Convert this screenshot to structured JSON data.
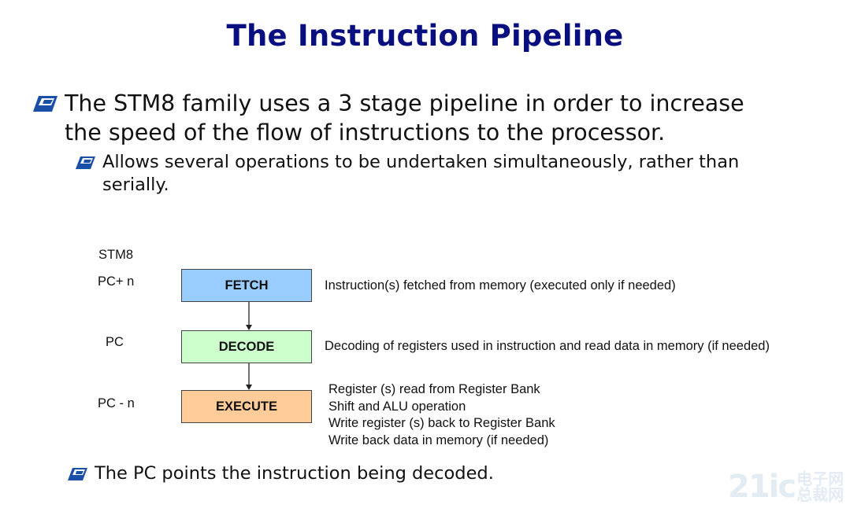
{
  "title": "The Instruction Pipeline",
  "bullets": {
    "main": {
      "line1": "The STM8 family uses a 3 stage pipeline in order to increase",
      "line2": "the speed of the flow of instructions to the processor."
    },
    "sub": {
      "line1": "Allows several operations to be undertaken simultaneously, rather than",
      "line2": "serially."
    },
    "footer": "The PC points the instruction being decoded."
  },
  "diagram": {
    "header": "STM8",
    "stages": [
      {
        "pc_label": "PC+ n",
        "name": "FETCH",
        "color": "#99ccff",
        "description": "Instruction(s) fetched from memory (executed only if needed)"
      },
      {
        "pc_label": "PC",
        "name": "DECODE",
        "color": "#ccffcc",
        "description": "Decoding of registers used in instruction and read data in memory (if needed)"
      },
      {
        "pc_label": "PC - n",
        "name": "EXECUTE",
        "color": "#ffcc99",
        "description_lines": [
          "Register (s) read from Register Bank",
          "Shift and ALU operation",
          "Write register (s) back to Register Bank",
          "Write back data in memory (if needed)"
        ]
      }
    ]
  },
  "watermark": {
    "number": "21ic",
    "line1": "电子网",
    "line2": "总裁网"
  },
  "colors": {
    "title": "#0a0f80",
    "bullet_icon": "#1a4fa8"
  },
  "icons": {
    "bullet": "parallelogram-bullet-icon"
  }
}
